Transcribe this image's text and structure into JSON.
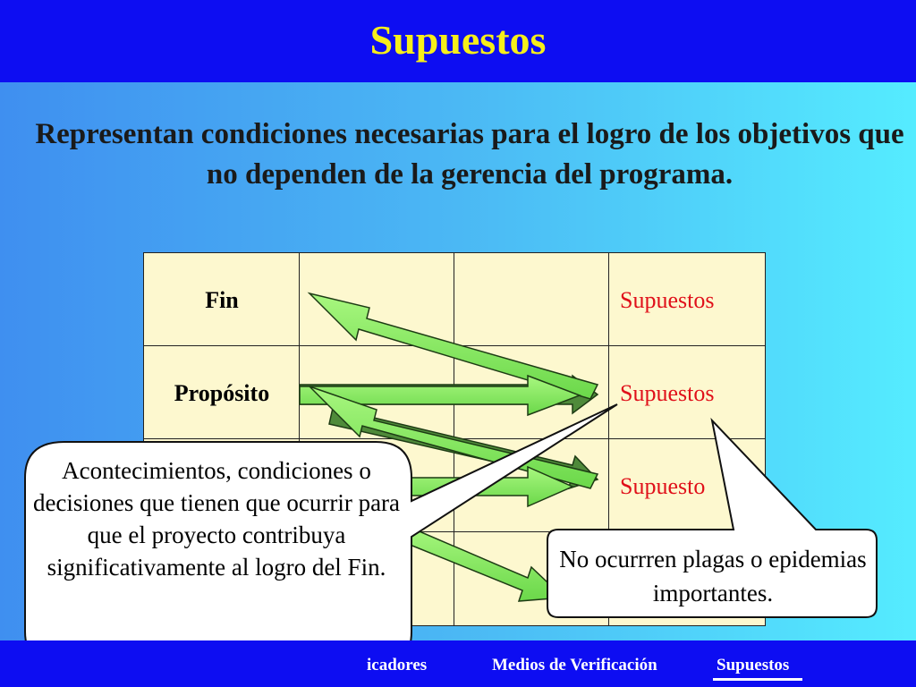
{
  "title": "Supuestos",
  "subtitle": "Representan condiciones necesarias para el logro de los objetivos que no dependen de la gerencia del programa.",
  "matrix": {
    "rows": [
      {
        "label": "Fin",
        "assumption": "Supuestos"
      },
      {
        "label": "Propósito",
        "assumption": "Supuestos"
      },
      {
        "label": "",
        "assumption": "Supuesto"
      },
      {
        "label": "",
        "assumption": ""
      }
    ]
  },
  "callouts": {
    "left": "Acontecimientos, condiciones o decisiones que tienen que ocurrir para que el proyecto contribuya significativamente al logro del Fin.",
    "right": "No ocurrren plagas o epidemias importantes."
  },
  "footer": {
    "items": [
      "icadores",
      "Medios de Verificación",
      "Supuestos"
    ],
    "active": "Supuestos"
  },
  "colors": {
    "title_bar": "#0d0df2",
    "title_text": "#f6ee1a",
    "cell_background": "#fdf8cf",
    "assumption_text": "#e0101a",
    "arrow_light": "#8ef06a",
    "arrow_dark": "#4f8a3a"
  }
}
